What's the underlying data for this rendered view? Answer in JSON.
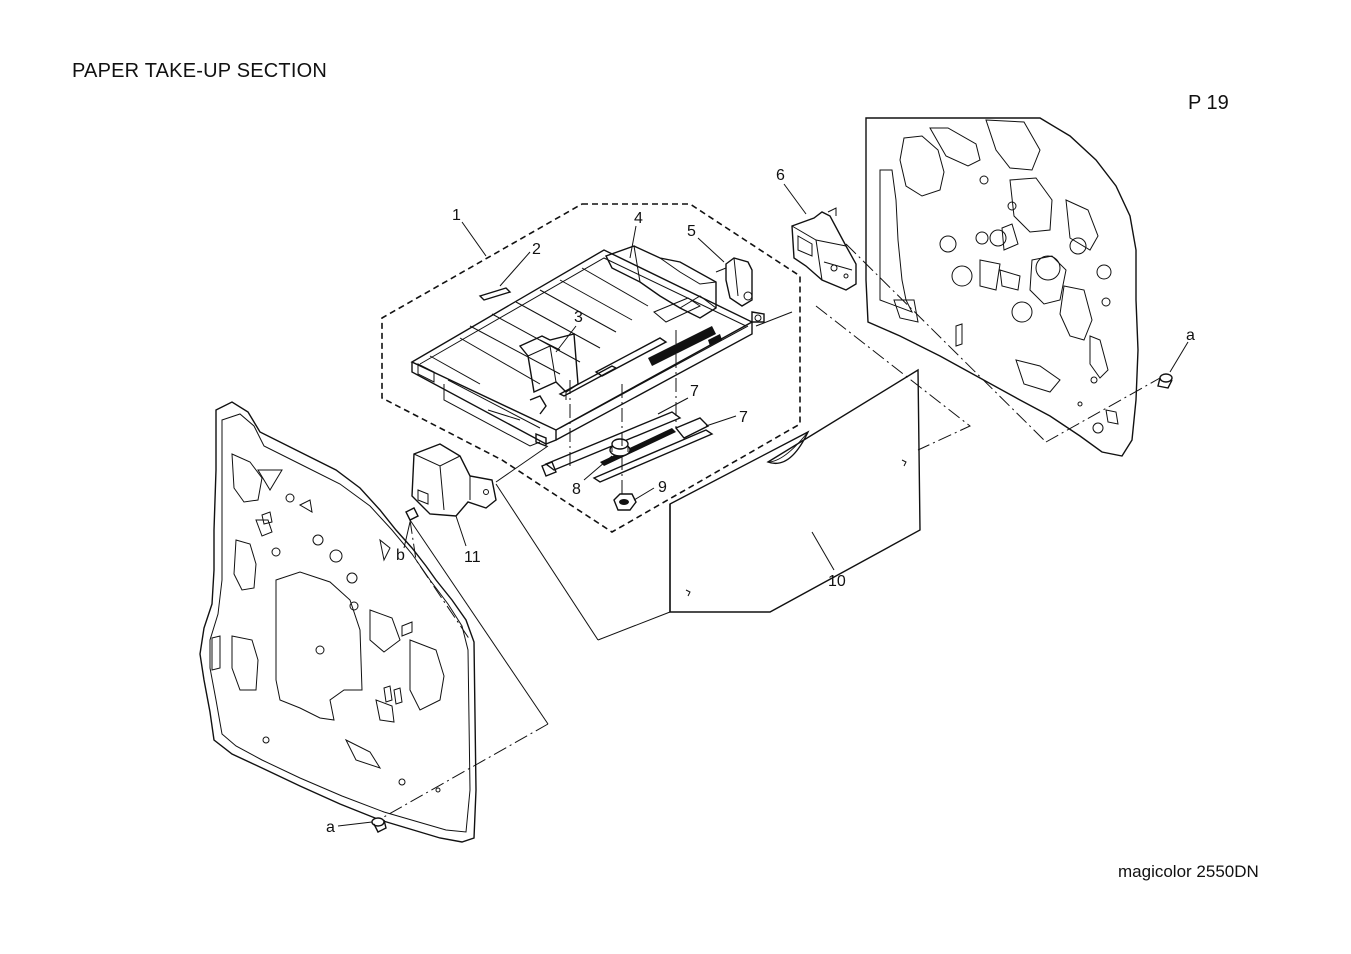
{
  "header": {
    "title": "PAPER TAKE-UP SECTION",
    "page": "P 19"
  },
  "footer": {
    "model": "magicolor 2550DN"
  },
  "callouts": {
    "c1": "1",
    "c2": "2",
    "c3": "3",
    "c4": "4",
    "c5": "5",
    "c6": "6",
    "c7a": "7",
    "c7b": "7",
    "c8": "8",
    "c9": "9",
    "c10": "10",
    "c11": "11",
    "ref_a_right": "a",
    "ref_a_left": "a",
    "ref_b": "b"
  }
}
